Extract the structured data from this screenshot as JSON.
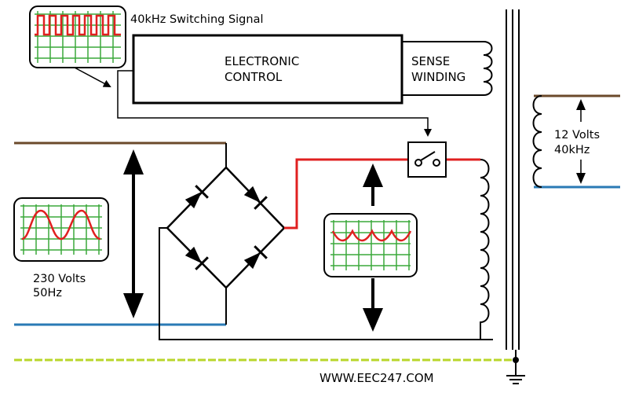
{
  "labels": {
    "switching_signal": "40kHz Switching Signal",
    "control_line1": "ELECTRONIC",
    "control_line2": "CONTROL",
    "sense_line1": "SENSE",
    "sense_line2": "WINDING",
    "output_line1": "12 Volts",
    "output_line2": "40kHz",
    "input_line1": "230 Volts",
    "input_line2": "50Hz",
    "watermark": "WWW.EEC247.COM"
  },
  "colors": {
    "live_wire": "#6b4a2b",
    "neutral_wire": "#2a7ab5",
    "earth_wire": "#b8d62a",
    "dc_wire": "#e02020",
    "trace": "#e02020",
    "scope_grid": "#3aa83a",
    "line": "#000000"
  },
  "icons": {
    "scopes": [
      "oscilloscope-square-wave-icon",
      "oscilloscope-sine-wave-icon",
      "oscilloscope-rectified-wave-icon"
    ],
    "switch": "switch-icon",
    "ground": "ground-icon",
    "diodes": "diode-icon"
  }
}
